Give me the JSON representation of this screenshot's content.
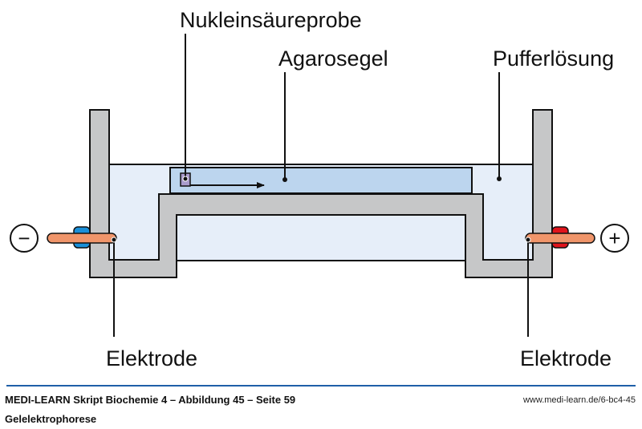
{
  "labels": {
    "sample": "Nukleinsäureprobe",
    "gel": "Agarosegel",
    "buffer": "Pufferlösung",
    "electrode_left": "Elektrode",
    "electrode_right": "Elektrode",
    "cathode_sign": "−",
    "anode_sign": "+"
  },
  "colors": {
    "chamber": "#c6c7c8",
    "buffer": "#e6eef9",
    "gel": "#bcd5ee",
    "sample": "#a99bcc",
    "electrode": "#f0956a",
    "cathode_clamp": "#1a8fd8",
    "anode_clamp": "#e0141c",
    "accent_rule": "#1f5fa8"
  },
  "footer": {
    "caption": "MEDI-LEARN Skript Biochemie 4 – Abbildung 45 – Seite 59",
    "url": "www.medi-learn.de/6-bc4-45",
    "subtitle": "Gelelektrophorese"
  }
}
